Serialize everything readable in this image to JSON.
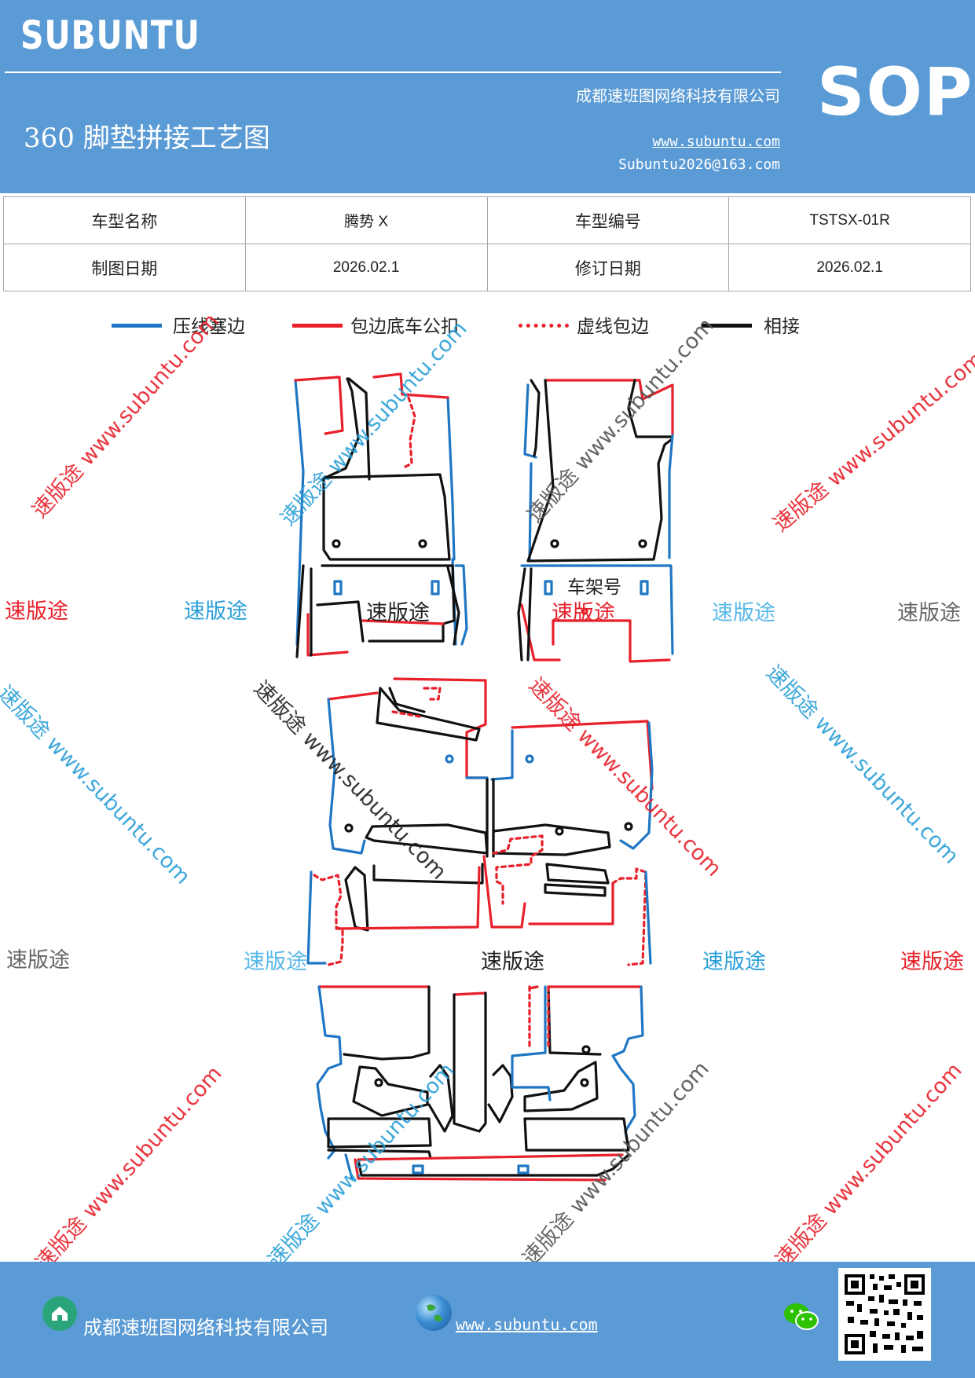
{
  "header": {
    "brand": "SUBUNTU",
    "company": "成都速班图网络科技有限公司",
    "title": "360 脚垫拼接工艺图",
    "website": "www.subuntu.com",
    "email": "Subuntu2026@163.com",
    "badge": "SOP"
  },
  "info_table": {
    "row1": {
      "label1": "车型名称",
      "value1": "腾势 X",
      "label2": "车型编号",
      "value2": "TSTSX-01R"
    },
    "row2": {
      "label1": "制图日期",
      "value1": "2026.02.1",
      "label2": "修订日期",
      "value2": "2026.02.1"
    }
  },
  "legend": [
    {
      "label": "压线塞边",
      "color": "#1f77c4",
      "style": "solid"
    },
    {
      "label": "包边底车公扣",
      "color": "#e8202a",
      "style": "solid"
    },
    {
      "label": "虚线包边",
      "color": "#e8202a",
      "style": "dotted"
    },
    {
      "label": "相接",
      "color": "#111111",
      "style": "solid"
    }
  ],
  "drawing": {
    "frame_label": "车架号"
  },
  "watermarks": {
    "site": "速版途 www.subuntu.com",
    "word": "速版途"
  },
  "footer": {
    "company": "成都速班图网络科技有限公司",
    "website": "www.subuntu.com"
  },
  "icons": [
    "house-icon",
    "globe-icon",
    "wechat-icon",
    "qr-code"
  ],
  "colors": {
    "header_bg": "#5b9bd5",
    "blue_line": "#1f77c4",
    "red_line": "#e8202a",
    "black_line": "#111111"
  }
}
